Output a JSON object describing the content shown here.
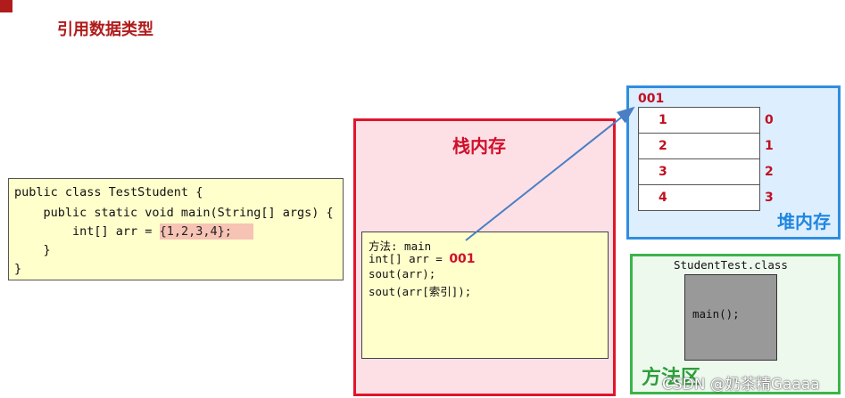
{
  "page": {
    "title": "引用数据类型"
  },
  "code": {
    "line1": "public class TestStudent {",
    "line2": "    public static void main(String[] args) {",
    "line3_prefix": "        int[] arr = ",
    "line3_highlight": "{1,2,3,4};",
    "line4": "    }",
    "line5": "}"
  },
  "stack": {
    "title": "栈内存",
    "frame": {
      "line1": "方法: main",
      "line2_prefix": "int[] arr = ",
      "line2_addr": "001",
      "line3": "sout(arr);",
      "line4": "sout(arr[索引]);"
    }
  },
  "heap": {
    "title": "堆内存",
    "address": "001",
    "cells": [
      "1",
      "2",
      "3",
      "4"
    ],
    "indices": [
      "0",
      "1",
      "2",
      "3"
    ]
  },
  "method_area": {
    "title": "方法区",
    "class_name": "StudentTest.class",
    "method": "main();"
  },
  "watermark": "CSDN @奶茶精Gaaaa",
  "colors": {
    "stack_border": "#e0152c",
    "heap_border": "#2f8ee0",
    "method_border": "#3cb44a",
    "arrow": "#4a7fc4"
  }
}
